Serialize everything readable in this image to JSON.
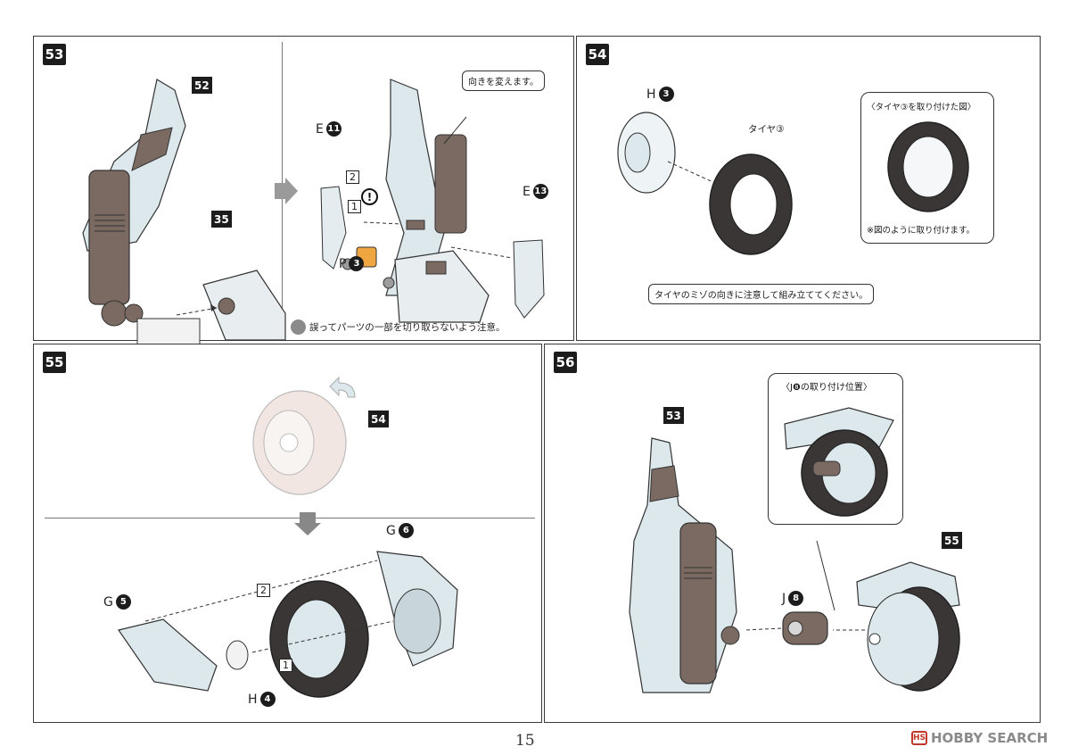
{
  "step53": {
    "badge": "53",
    "part_52": "52",
    "part_35": "35",
    "e_letter": "E",
    "e11_num": "11",
    "e13_letter": "E",
    "e13_num": "13",
    "p_letter": "P",
    "p3_num": "3",
    "order_2": "2",
    "order_1": "1",
    "warn": "!",
    "callout": "向きを変えます。",
    "note": "誤ってパーツの一部を切り取らないよう注意。"
  },
  "step54": {
    "badge": "54",
    "h_letter": "H",
    "h3_num": "3",
    "tire_label": "タイヤ③",
    "inset_title": "〈タイヤ③を取り付けた図〉",
    "inset_note": "※図のように取り付けます。",
    "groove_note": "タイヤのミゾの向きに注意して組み立ててください。"
  },
  "step55": {
    "badge": "55",
    "part_54": "54",
    "g6_letter": "G",
    "g6_num": "6",
    "g5_letter": "G",
    "g5_num": "5",
    "h4_letter": "H",
    "h4_num": "4",
    "order_2": "2",
    "order_1": "1"
  },
  "step56": {
    "badge": "56",
    "part_53": "53",
    "part_55": "55",
    "j_letter": "J",
    "j8_num": "8",
    "inset_title": "〈J❽の取り付け位置〉"
  },
  "footer": {
    "page_number": "15",
    "watermark": "HOBBY SEARCH",
    "watermark_logo": "HS"
  },
  "colors": {
    "frame": "#3a3a3a",
    "part_light": "#dde8ec",
    "part_brown": "#7a6a62",
    "part_orange": "#f0a640",
    "tire_dark": "#3b3636",
    "arrow_grey": "#9a9a9a"
  }
}
